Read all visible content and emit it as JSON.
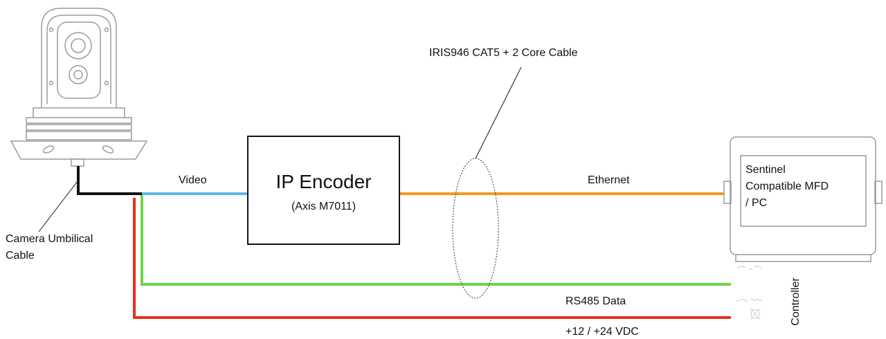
{
  "labels": {
    "cable_note": "IRIS946 CAT5 + 2 Core Cable",
    "video": "Video",
    "ethernet": "Ethernet",
    "rs485": "RS485 Data",
    "power": "+12 / +24 VDC",
    "umbilical_line1": "Camera Umbilical",
    "umbilical_line2": "Cable",
    "controller": "Controller"
  },
  "encoder": {
    "title": "IP Encoder",
    "model": "(Axis M7011)"
  },
  "display": {
    "line1": "Sentinel",
    "line2": "Compatible MFD",
    "line3": "/ PC"
  },
  "colors": {
    "video": "#5db8ec",
    "ethernet": "#f39a1e",
    "rs485": "#6ad64a",
    "power": "#e8301e",
    "umbilical": "#111111"
  },
  "icons": {
    "camera": "ptz-camera-icon",
    "display": "mfd-display-icon",
    "controller": "joystick-controller-icon"
  }
}
